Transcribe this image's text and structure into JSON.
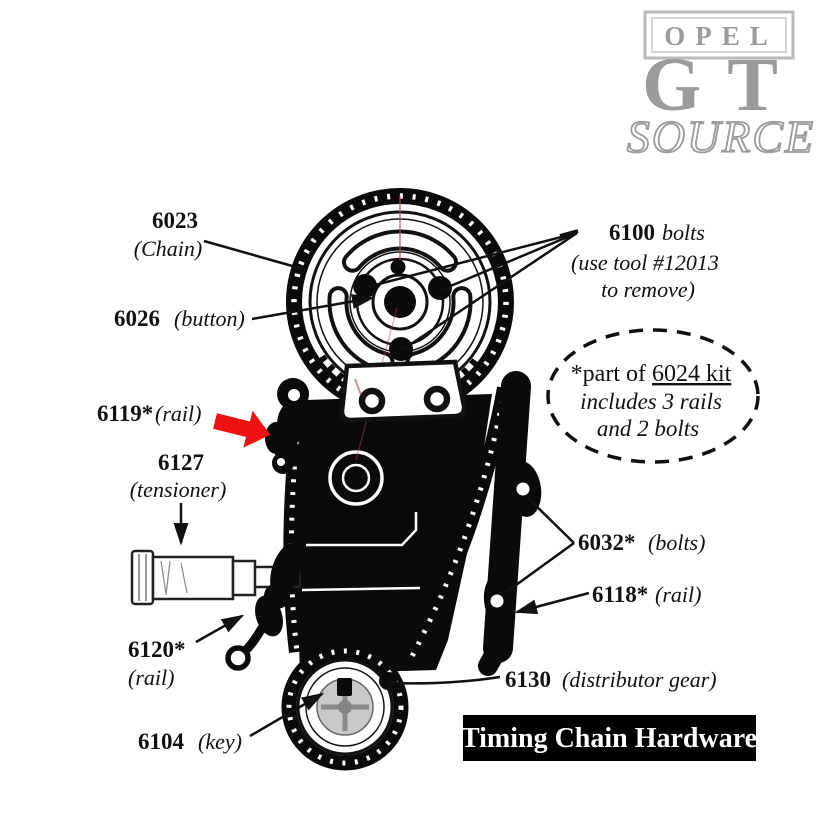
{
  "logo": {
    "opel": "OPEL",
    "gt": "GT",
    "source": "SOURCE"
  },
  "footer": {
    "title": "Timing Chain Hardware"
  },
  "note_oval": {
    "line1_prefix": "*part of",
    "line1_underlined": "6024 kit",
    "line2": "includes 3 rails",
    "line3": "and 2 bolts"
  },
  "labels": {
    "chain": {
      "num": "6023",
      "desc": "(Chain)"
    },
    "button": {
      "num": "6026",
      "desc": "(button)"
    },
    "bolts_top": {
      "num": "6100",
      "desc": "bolts",
      "note_line1": "(use tool #12013",
      "note_line2": "to remove)"
    },
    "rail_left": {
      "num": "6119*",
      "desc": "(rail)"
    },
    "tensioner": {
      "num": "6127",
      "desc": "(tensioner)"
    },
    "rail_lower_left": {
      "num": "6120*",
      "desc": "(rail)"
    },
    "key": {
      "num": "6104",
      "desc": "(key)"
    },
    "bolts_right": {
      "num": "6032*",
      "desc": "(bolts)"
    },
    "rail_right": {
      "num": "6118*",
      "desc": "(rail)"
    },
    "distributor_gear": {
      "num": "6130",
      "desc": "(distributor gear)"
    }
  },
  "colors": {
    "highlight_arrow": "#ee1111",
    "logo_gray": "#9b9b9b",
    "ink": "#000000",
    "background": "#ffffff"
  }
}
